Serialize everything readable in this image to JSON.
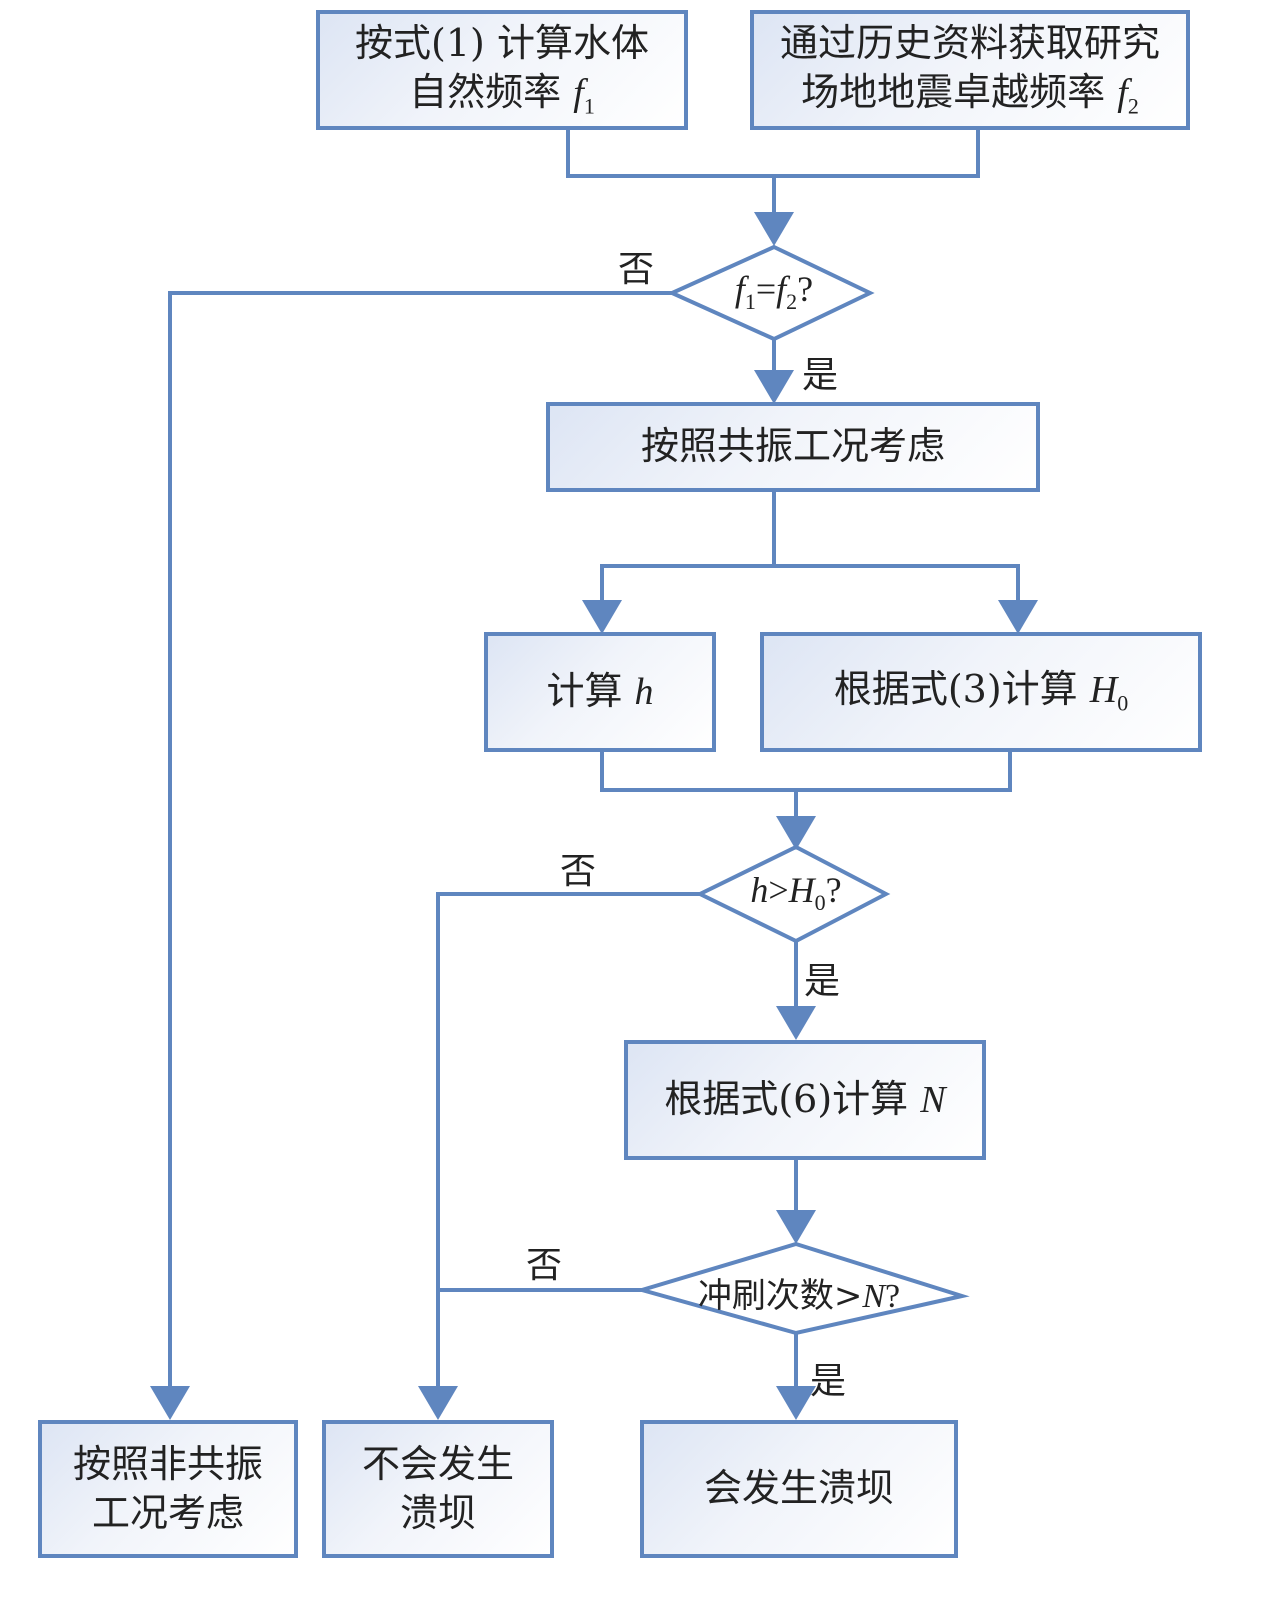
{
  "diagram": {
    "type": "flowchart",
    "colors": {
      "line": "#5f86bf",
      "box_fill_start": "#dde5f4",
      "box_fill_end": "#ffffff",
      "text": "#222222"
    },
    "nodes": {
      "calc_f1": {
        "line1": "按式(1) 计算水体",
        "line2_prefix": "自然频率 ",
        "var": "f",
        "sub": "1"
      },
      "get_f2": {
        "line1": "通过历史资料获取研究",
        "line2_prefix": "场地地震卓越频率 ",
        "var": "f",
        "sub": "2"
      },
      "decision_f": {
        "var1": "f",
        "sub1": "1",
        "op": "=",
        "var2": "f",
        "sub2": "2",
        "q": "?"
      },
      "resonance": {
        "text": "按照共振工况考虑"
      },
      "calc_h": {
        "prefix": "计算 ",
        "var": "h"
      },
      "calc_H0": {
        "prefix": "根据式(3)计算 ",
        "var": "H",
        "sub": "0"
      },
      "decision_h": {
        "var1": "h",
        "op": ">",
        "var2": "H",
        "sub2": "0",
        "q": "?"
      },
      "calc_N": {
        "prefix": "根据式(6)计算 ",
        "var": "N"
      },
      "decision_N": {
        "prefix": "冲刷次数>",
        "var": "N",
        "q": "?"
      },
      "non_resonance": {
        "line1": "按照非共振",
        "line2": "工况考虑"
      },
      "no_failure": {
        "line1": "不会发生",
        "line2": "溃坝"
      },
      "failure": {
        "text": "会发生溃坝"
      }
    },
    "edge_labels": {
      "no_1": "否",
      "yes_1": "是",
      "no_2": "否",
      "yes_2": "是",
      "no_3": "否",
      "yes_3": "是"
    }
  }
}
